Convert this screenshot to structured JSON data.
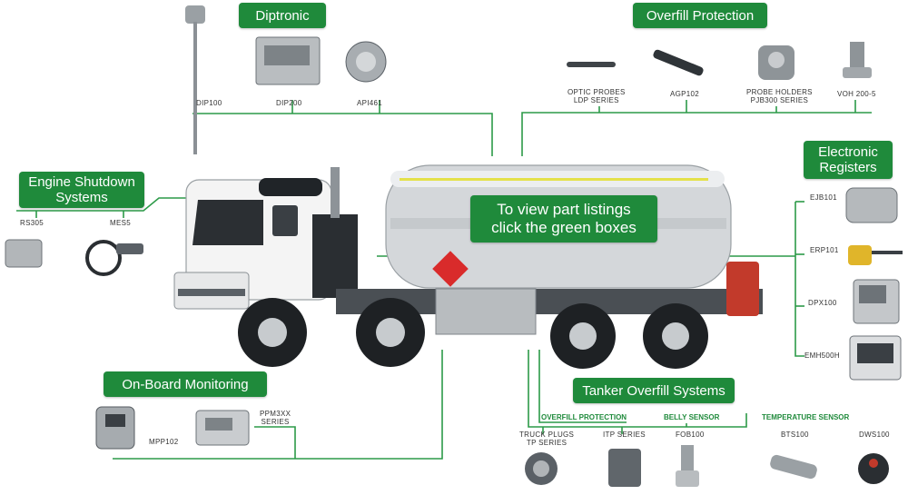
{
  "groups": {
    "diptronic": "Diptronic",
    "overfill": "Overfill Protection",
    "engine_line1": "Engine Shutdown",
    "engine_line2": "Systems",
    "electronic_line1": "Electronic",
    "electronic_line2": "Registers",
    "onboard": "On-Board Monitoring",
    "tanker": "Tanker Overfill Systems",
    "center_line1": "To view part listings",
    "center_line2": "click the green boxes"
  },
  "subheadings": {
    "overfill_protection": "OVERFILL PROTECTION",
    "belly_sensor": "BELLY SENSOR",
    "temperature_sensor": "TEMPERATURE SENSOR"
  },
  "parts": {
    "dip100": "DIP100",
    "dip200": "DIP200",
    "api461": "API461",
    "optic_line1": "OPTIC PROBES",
    "optic_line2": "LDP SERIES",
    "agp102": "AGP102",
    "probe_line1": "PROBE HOLDERS",
    "probe_line2": "PJB300 SERIES",
    "voh": "VOH 200-5",
    "rs305": "RS305",
    "mes5": "MES5",
    "ejb101": "EJB101",
    "erp101": "ERP101",
    "dpx100": "DPX100",
    "emh500h": "EMH500H",
    "mpp102": "MPP102",
    "ppm_line1": "PPM3XX",
    "ppm_line2": "SERIES",
    "truck_line1": "TRUCK PLUGS",
    "truck_line2": "TP SERIES",
    "itp": "ITP SERIES",
    "fob100": "FOB100",
    "bts100": "BTS100",
    "dws100": "DWS100"
  },
  "colors": {
    "accent": "#1f8a3b",
    "line": "#2c9a48",
    "tank": "#cfd3d6",
    "cab": "#f4f4f4"
  }
}
